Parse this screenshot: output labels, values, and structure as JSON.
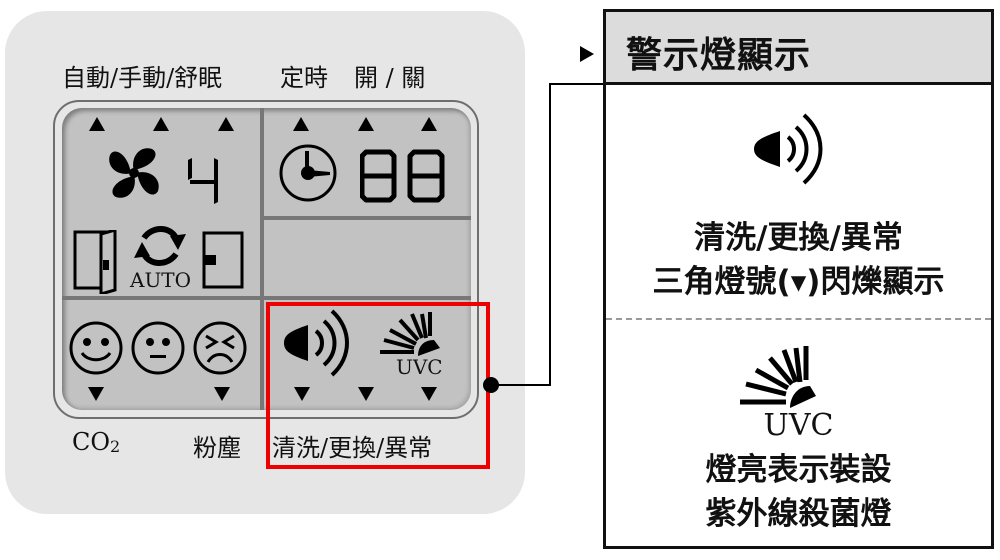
{
  "panel": {
    "top_labels": {
      "mode": "自動/手動/舒眠",
      "timer": "定時",
      "power": "開 / 關"
    },
    "lcd": {
      "fan_speed_digit": "4",
      "timer_digits": "88",
      "auto_label": "AUTO",
      "uvc_label": "UVC"
    },
    "bottom_labels": {
      "co2": "CO",
      "co2_sub": "2",
      "dust": "粉塵",
      "alert": "清洗/更換/異常"
    },
    "highlight_color": "#ee0000",
    "lcd_color": "#c2c2c2",
    "panel_color": "#e6e6e7"
  },
  "info_box": {
    "title": "警示燈顯示",
    "section1": {
      "icon": "speaker-icon",
      "line1": "清洗/更換/異常",
      "line2": "三角燈號(▾)閃爍顯示"
    },
    "section2": {
      "icon": "uvc-lamp-icon",
      "icon_label": "UVC",
      "line1": "燈亮表示裝設",
      "line2": "紫外線殺菌燈"
    },
    "header_color": "#dcdcdc"
  }
}
